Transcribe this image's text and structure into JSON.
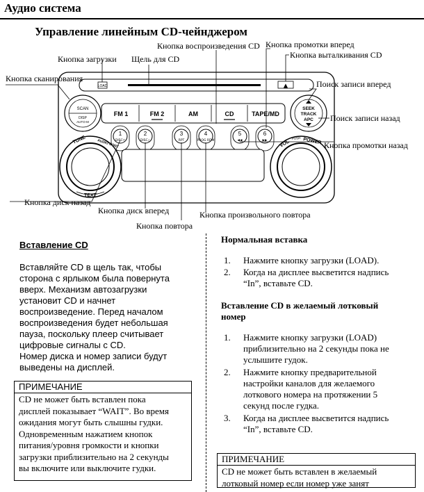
{
  "header": {
    "section_title": "Аудио система",
    "page_heading": "Управление линейным CD-чейнджером"
  },
  "callouts": {
    "load_button": "Кнопка загрузки",
    "cd_slot": "Щель для CD",
    "play_cd": "Кнопка воспроизведения CD",
    "fast_forward": "Кнопка промотки вперед",
    "eject": "Кнопка выталкивания CD",
    "scan": "Кнопка сканирования",
    "seek_forward": "Поиск записи вперед",
    "seek_back": "Поиск записи назад",
    "rewind": "Кнопка промотки назад",
    "disc_back": "Кнопка диск назад",
    "disc_forward": "Кнопка диск вперед",
    "random": "Кнопка произвольного повтора",
    "repeat": "Кнопка повтора"
  },
  "panel": {
    "load_label": "LOAD",
    "eject_label": "▲",
    "scan_top": "SCAN",
    "scan_bottom": "DISP",
    "scan_bottom2": "AUTO-M",
    "seek_line1": "SEEK",
    "seek_line2": "TRACK",
    "seek_line3": "APC",
    "mode_buttons": [
      "FM 1",
      "FM 2",
      "AM",
      "CD",
      "TAPE/MD"
    ],
    "preset_numbers": [
      "1",
      "2",
      "3",
      "4",
      "5",
      "6"
    ],
    "preset_sublabels": [
      "DISC▽",
      "DISC△",
      "RPT",
      "PROG RDM",
      "◀◀",
      "▶▶"
    ],
    "tune_label": "TUNE",
    "tune_sub": "AUDIO CONT",
    "text_label": "TEXT",
    "vol_label": "VOL",
    "power_label": "POWER",
    "push_label": "PUSH"
  },
  "left_column": {
    "heading": "Вставление CD",
    "paragraph": [
      "Вставляйте CD в щель так, чтобы",
      "сторона с ярлыком была повернута",
      "вверх. Механизм автозагрузки",
      "установит CD и начнет",
      "воспроизведение. Перед началом",
      "воспроизведения будет небольшая",
      "пауза, поскольку плеер считывает",
      "цифровые сигналы с CD.",
      "Номер диска и номер записи будут",
      "выведены на дисплей."
    ],
    "note": {
      "title": "ПРИМЕЧАНИЕ",
      "lines": [
        "CD не может быть вставлен пока",
        "дисплей показывает  “WAIT”.  Во время",
        "ожидания могут быть слышны гудки.",
        "Одновременным нажатием кнопок",
        "питания/уровня громкости и кнопки",
        "загрузки приблизительно на 2 секунды",
        "вы включите или выключите гудки."
      ]
    }
  },
  "right_column": {
    "normal_heading": "Нормальная вставка",
    "normal_steps": [
      {
        "num": "1.",
        "lines": [
          "Нажмите кнопку загрузки (LOAD)."
        ]
      },
      {
        "num": "2.",
        "lines": [
          "Когда на дисплее высветится надпись",
          "“In”, вставьте CD."
        ]
      }
    ],
    "tray_heading": [
      "Вставление CD в желаемый лотковый",
      "номер"
    ],
    "tray_steps": [
      {
        "num": "1.",
        "lines": [
          "Нажмите кнопку загрузки (LOAD)",
          "приблизительно на 2 секунды пока не",
          "услышите гудок."
        ]
      },
      {
        "num": "2.",
        "lines": [
          "Нажмите кнопку предварительной",
          "настройки каналов для желаемого",
          "лоткового номера на протяжении 5",
          "секунд после гудка."
        ]
      },
      {
        "num": "3.",
        "lines": [
          "Когда на дисплее высветится надпись",
          "“In”, вставьте CD."
        ]
      }
    ],
    "note": {
      "title": "ПРИМЕЧАНИЕ",
      "lines": [
        "CD не может быть вставлен в желаемый",
        "лотковый номер если номер уже занят"
      ]
    }
  }
}
